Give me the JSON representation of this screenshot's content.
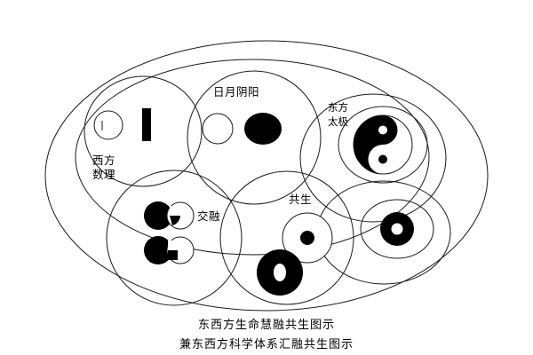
{
  "figure": {
    "type": "conceptual-venn-diagram",
    "background_color": "#ffffff",
    "stroke_color": "#1a1a1a",
    "fill_black": "#000000",
    "fill_white": "#ffffff",
    "title_region_labels": {
      "western_math": "西方\n数理",
      "western_math_line1": "西方",
      "western_math_line2": "数理",
      "sun_moon_yinyang": "日月阴阳",
      "eastern_taiji_line1": "东方",
      "eastern_taiji_line2": "太极",
      "fusion": "交融",
      "symbiosis": "共生"
    }
  },
  "regions": [
    {
      "id": "western-mathematics",
      "label_line1": "西方",
      "label_line2": "数理",
      "contents": [
        "binary-zero-circle",
        "binary-one-bar"
      ]
    },
    {
      "id": "sun-moon-yin-yang",
      "label": "日月阴阳",
      "contents": [
        "sun-white-circle",
        "moon-black-circle"
      ]
    },
    {
      "id": "eastern-taiji",
      "label_line1": "东方",
      "label_line2": "太极",
      "contents": [
        "taiji-yin-yang-symbol"
      ]
    },
    {
      "id": "fusion",
      "label": "交融",
      "contents": [
        "fusing-pair-upper",
        "fusing-pair-lower"
      ]
    },
    {
      "id": "symbiosis",
      "label": "共生",
      "contents": [
        "cell-light-with-dark-nucleus",
        "cell-dark-with-light-nucleus"
      ]
    },
    {
      "id": "right-cell-cluster",
      "label": "",
      "contents": [
        "cell-dark-ring-with-light-nucleus"
      ]
    }
  ],
  "caption": {
    "line1": "东西方生命慧融共生图示",
    "line2": "兼东西方科学体系汇融共生图示"
  }
}
